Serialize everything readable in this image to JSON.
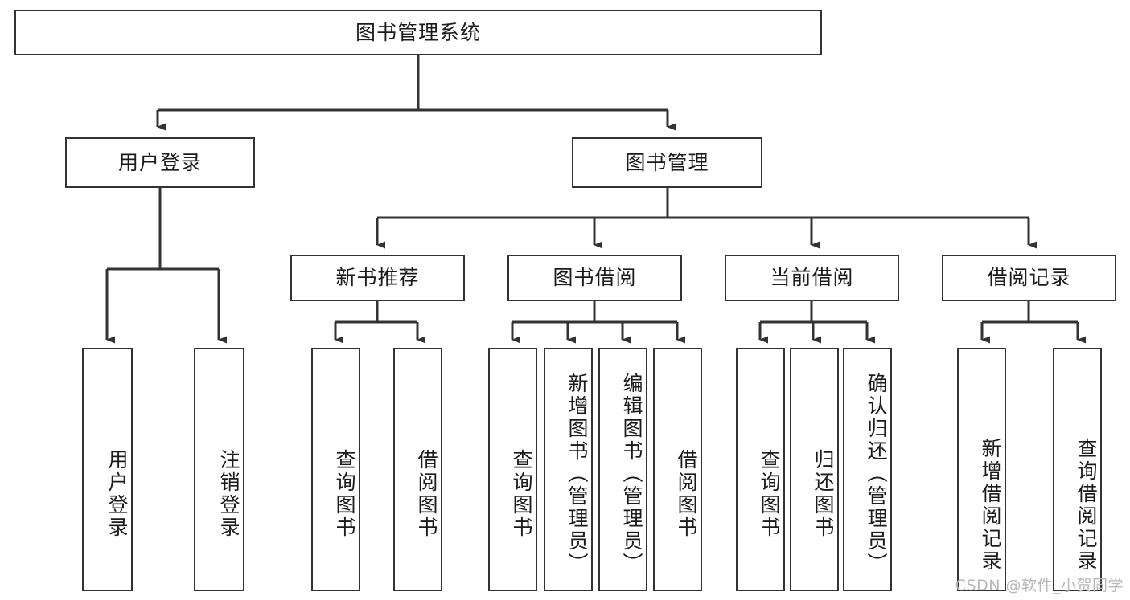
{
  "diagram": {
    "type": "tree-hierarchy",
    "title": "图书管理系统",
    "orientation": "top-down",
    "levels": 4,
    "root": {
      "id": "root",
      "label": "图书管理系统",
      "orientation": "horizontal"
    },
    "level2": [
      {
        "id": "user-login",
        "label": "用户登录",
        "orientation": "horizontal"
      },
      {
        "id": "book-management",
        "label": "图书管理",
        "orientation": "horizontal"
      }
    ],
    "level3": [
      {
        "id": "new-book-recommend",
        "label": "新书推荐",
        "parent": "book-management",
        "orientation": "horizontal"
      },
      {
        "id": "book-borrow",
        "label": "图书借阅",
        "parent": "book-management",
        "orientation": "horizontal"
      },
      {
        "id": "current-borrow",
        "label": "当前借阅",
        "parent": "book-management",
        "orientation": "horizontal"
      },
      {
        "id": "borrow-record",
        "label": "借阅记录",
        "parent": "book-management",
        "orientation": "horizontal"
      }
    ],
    "leaves": [
      {
        "id": "leaf-user-login",
        "label": "用户登录",
        "parent": "user-login",
        "orientation": "vertical"
      },
      {
        "id": "leaf-logout-login",
        "label": "注销登录",
        "parent": "user-login",
        "orientation": "vertical"
      },
      {
        "id": "leaf-query-book-1",
        "label": "查询图书",
        "parent": "new-book-recommend",
        "orientation": "vertical"
      },
      {
        "id": "leaf-borrow-book-1",
        "label": "借阅图书",
        "parent": "new-book-recommend",
        "orientation": "vertical"
      },
      {
        "id": "leaf-query-book-2",
        "label": "查询图书",
        "parent": "book-borrow",
        "orientation": "vertical"
      },
      {
        "id": "leaf-add-book",
        "label": "新增图书（管理员）",
        "parent": "book-borrow",
        "orientation": "vertical"
      },
      {
        "id": "leaf-edit-book",
        "label": "编辑图书（管理员）",
        "parent": "book-borrow",
        "orientation": "vertical"
      },
      {
        "id": "leaf-borrow-book-2",
        "label": "借阅图书",
        "parent": "book-borrow",
        "orientation": "vertical"
      },
      {
        "id": "leaf-query-book-3",
        "label": "查询图书",
        "parent": "current-borrow",
        "orientation": "vertical"
      },
      {
        "id": "leaf-return-book",
        "label": "归还图书",
        "parent": "current-borrow",
        "orientation": "vertical"
      },
      {
        "id": "leaf-confirm-return",
        "label": "确认归还（管理员）",
        "parent": "current-borrow",
        "orientation": "vertical"
      },
      {
        "id": "leaf-add-record",
        "label": "新增借阅记录",
        "parent": "borrow-record",
        "orientation": "vertical"
      },
      {
        "id": "leaf-query-record",
        "label": "查询借阅记录",
        "parent": "borrow-record",
        "orientation": "vertical"
      }
    ],
    "colors": {
      "stroke": "#333333",
      "fill": "#ffffff",
      "text": "#1b1b1b",
      "watermark": "#b9b9b9"
    }
  },
  "watermark": {
    "text": "CSDN @软件_小贺同学"
  }
}
